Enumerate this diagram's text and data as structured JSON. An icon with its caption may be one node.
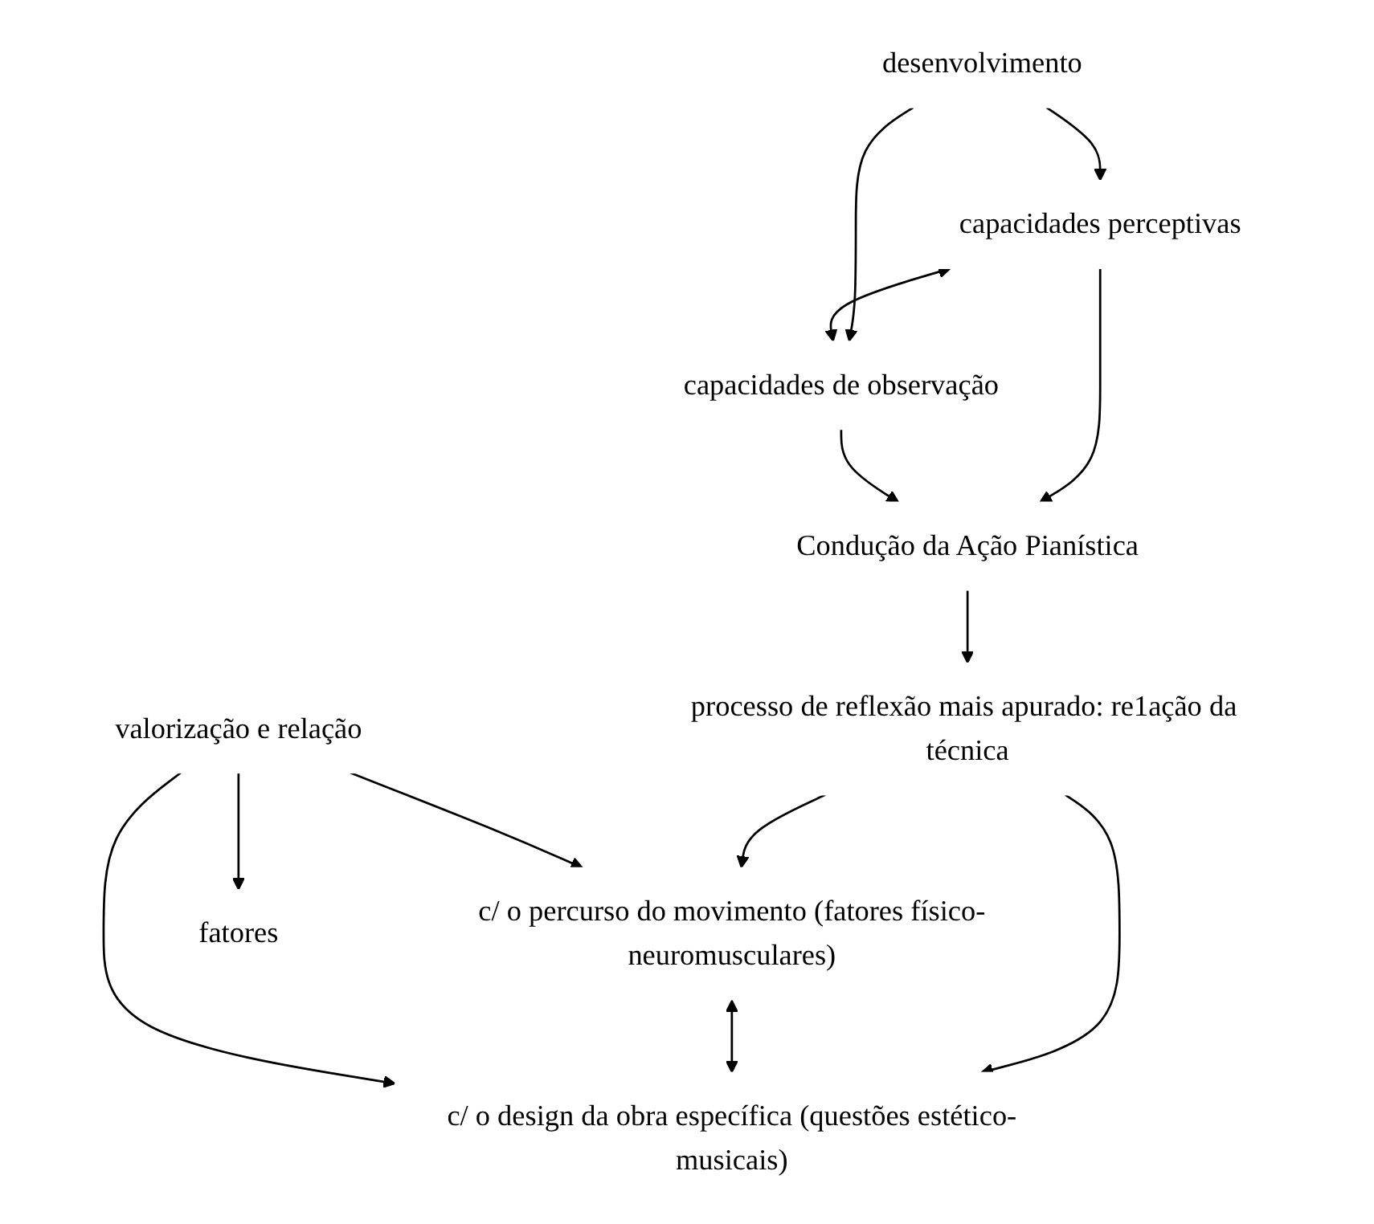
{
  "diagram": {
    "nodes": [
      {
        "text": [
          "desenvolvimento"
        ]
      },
      {
        "text": [
          "capacidades perceptivas"
        ]
      },
      {
        "text": [
          "capacidades de observação"
        ]
      },
      {
        "text": [
          "Condução da Ação Pianística"
        ]
      },
      {
        "text": [
          "processo de reflexão mais apurado: re1ação da técnica"
        ]
      },
      {
        "text": [
          "c/ o percurso do movimento (fatores físico-neuromusculares)"
        ]
      },
      {
        "text": [
          "c/ o design da obra específica (questões estético-musicais)"
        ]
      },
      {
        "text": [
          "valorização e relação"
        ]
      },
      {
        "text": [
          "fatores"
        ]
      }
    ],
    "edges": [
      {
        "from": 0,
        "to": 1,
        "arrow": "to"
      },
      {
        "from": 0,
        "to": 2,
        "arrow": "to"
      },
      {
        "from": 1,
        "to": 2,
        "arrow": "both"
      },
      {
        "from": 1,
        "to": 3,
        "arrow": "to"
      },
      {
        "from": 2,
        "to": 3,
        "arrow": "to"
      },
      {
        "from": 3,
        "to": 4,
        "arrow": "to"
      },
      {
        "from": 4,
        "to": 5,
        "arrow": "to"
      },
      {
        "from": 4,
        "to": 6,
        "arrow": "to"
      },
      {
        "from": 5,
        "to": 6,
        "arrow": "both"
      },
      {
        "from": 7,
        "to": 5,
        "arrow": "to"
      },
      {
        "from": 7,
        "to": 6,
        "arrow": "to"
      },
      {
        "from": 7,
        "to": 8,
        "arrow": "to"
      }
    ]
  }
}
